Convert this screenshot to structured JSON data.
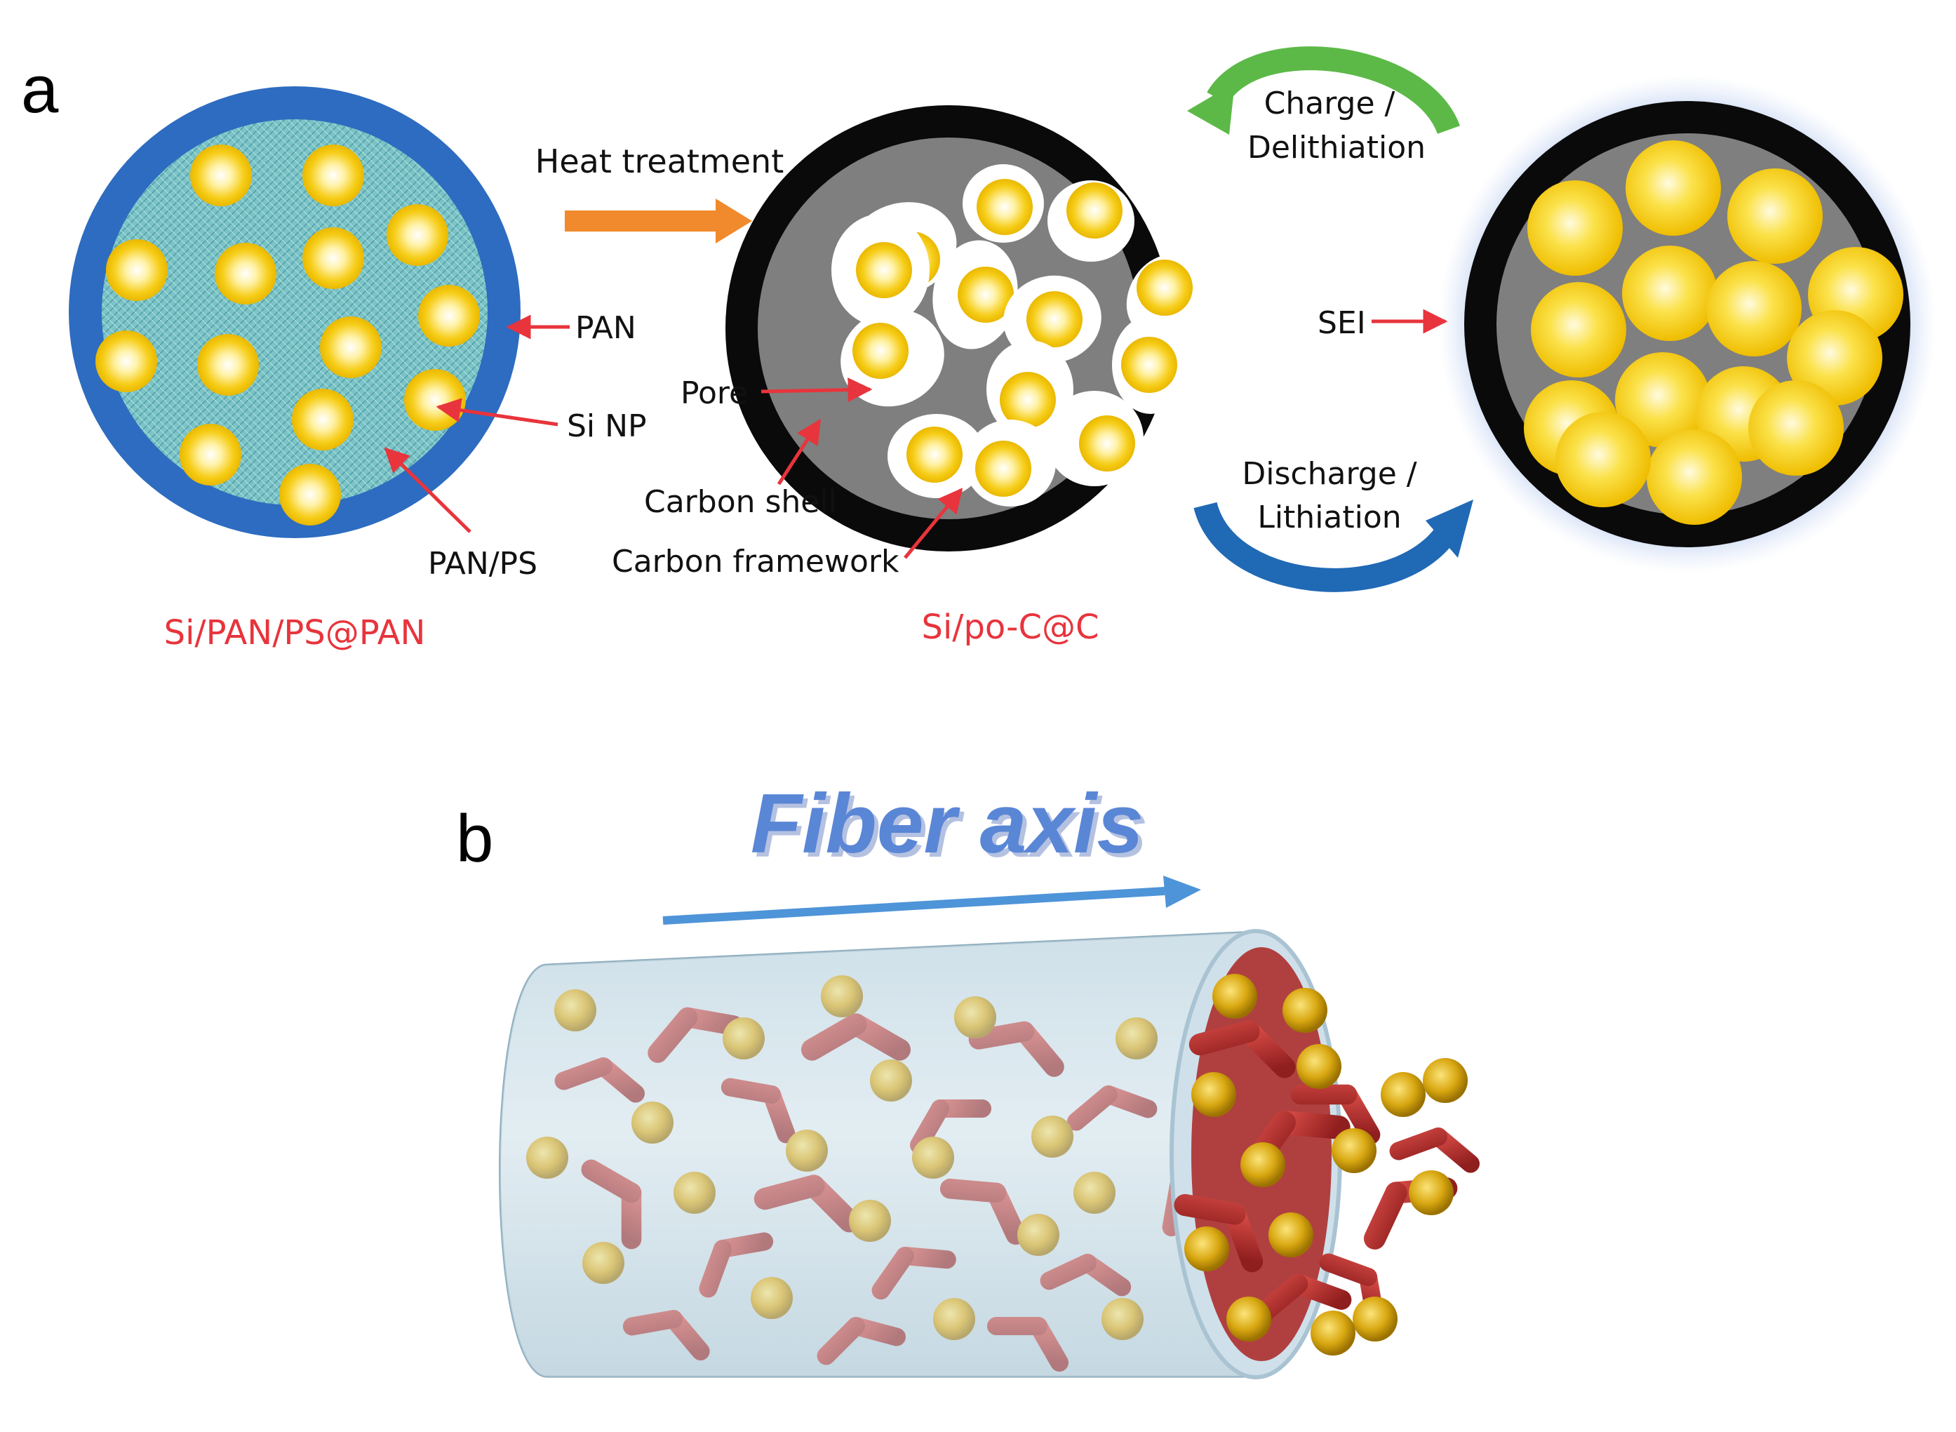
{
  "panel_a": {
    "letter": "a",
    "state1": {
      "caption": "Si/PAN/PS@PAN",
      "label_pan": "PAN",
      "label_si_np": "Si NP",
      "label_pan_ps": "PAN/PS"
    },
    "process": {
      "label": "Heat treatment"
    },
    "state2": {
      "caption": "Si/po-C@C",
      "label_pore": "Pore",
      "label_carbon_shell": "Carbon shell",
      "label_carbon_framework": "Carbon framework"
    },
    "cycle": {
      "charge_line1": "Charge /",
      "charge_line2": "Delithiation",
      "discharge_line1": "Discharge /",
      "discharge_line2": "Lithiation"
    },
    "state3": {
      "label_sei": "SEI"
    }
  },
  "panel_b": {
    "letter": "b",
    "title": "Fiber axis"
  },
  "colors": {
    "pan_shell": "#2d6cc0",
    "pan_ps_core": "#7cc3c4",
    "si_np": "#f4c400",
    "carbon": "#0a0a0a",
    "framework": "#7f7f7f",
    "label_red": "#e8343c",
    "heat_arrow": "#f08a2c",
    "charge_arrow": "#5cb947",
    "discharge_arrow": "#2069b5",
    "fiber_arrow": "#4e94d8",
    "fiber_title": "#5a86d6",
    "network": "#b12e2e"
  }
}
